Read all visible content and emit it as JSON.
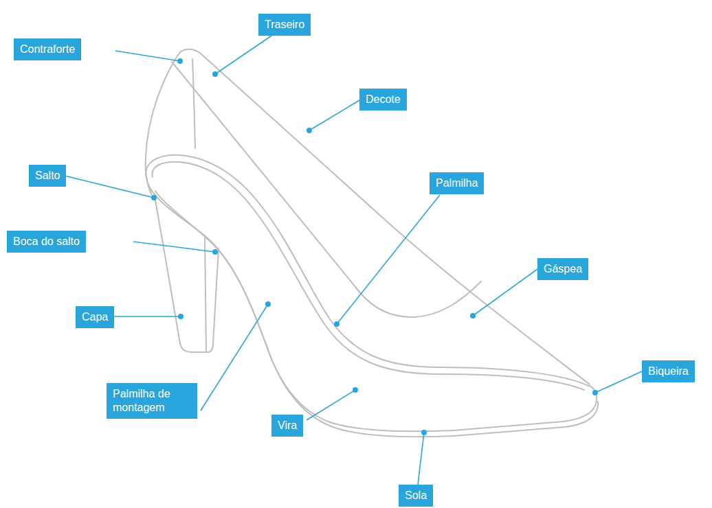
{
  "diagram": {
    "nodes": [
      {
        "text": [
          "Traseiro"
        ]
      },
      {
        "text": [
          "Contraforte"
        ]
      },
      {
        "text": [
          "Decote"
        ]
      },
      {
        "text": [
          "Salto"
        ]
      },
      {
        "text": [
          "Palmilha"
        ]
      },
      {
        "text": [
          "Boca do salto"
        ]
      },
      {
        "text": [
          "Gáspea"
        ]
      },
      {
        "text": [
          "Capa"
        ]
      },
      {
        "text": [
          "Biqueira"
        ]
      },
      {
        "text": [
          "Palmilha de montagem"
        ]
      },
      {
        "text": [
          "Vira"
        ]
      },
      {
        "text": [
          "Sola"
        ]
      }
    ]
  }
}
